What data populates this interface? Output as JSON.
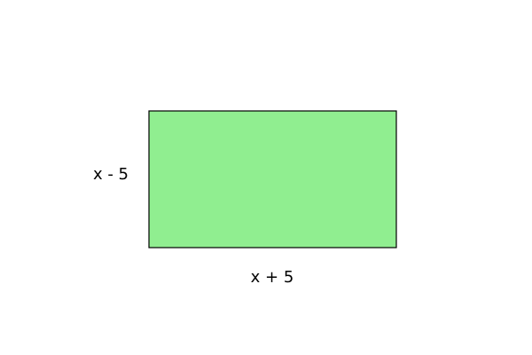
{
  "diagram": {
    "shape": "rectangle",
    "fill_color": "#90ee90",
    "stroke_color": "#000000",
    "side_label": "x - 5",
    "bottom_label": "x + 5"
  }
}
